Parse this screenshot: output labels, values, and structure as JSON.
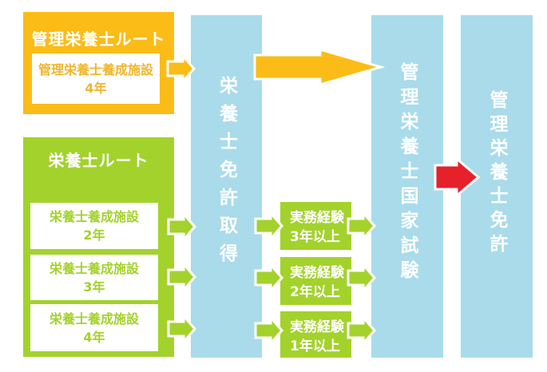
{
  "colors": {
    "amber": "#FBBC17",
    "amber_text": "#F0B52B",
    "green": "#A3D22C",
    "blue": "#A9DBEA",
    "red": "#E6212A"
  },
  "kanri_route": {
    "title": "管理栄養士ルート",
    "facility_line1": "管理栄養士養成施設",
    "facility_line2": "4年"
  },
  "eiyoshi_route": {
    "title": "栄養士ルート",
    "facilities": [
      {
        "line1": "栄養士養成施設",
        "line2": "2年"
      },
      {
        "line1": "栄養士養成施設",
        "line2": "3年"
      },
      {
        "line1": "栄養士養成施設",
        "line2": "4年"
      }
    ]
  },
  "columns": {
    "license_acquire": "栄養士免許取得",
    "national_exam": "管理栄養士国家試験",
    "kanri_license": "管理栄養士免許"
  },
  "experience": [
    {
      "line1": "実務経験",
      "line2": "3年以上"
    },
    {
      "line1": "実務経験",
      "line2": "2年以上"
    },
    {
      "line1": "実務経験",
      "line2": "1年以上"
    }
  ]
}
